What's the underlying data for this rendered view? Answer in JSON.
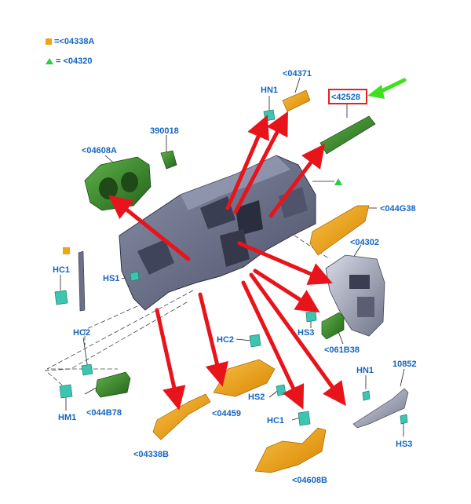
{
  "legend": [
    {
      "symbol": "orange-square",
      "text": "=<04338A"
    },
    {
      "symbol": "green-triangle",
      "text": "= <04320"
    }
  ],
  "labels": {
    "hn1_top": "HN1",
    "p04371": "<04371",
    "p42528": "<42528",
    "p390018": "390018",
    "p04608A": "<04608A",
    "p044G38": "<044G38",
    "p04302": "<04302",
    "hc1_left": "HC1",
    "hs1": "HS1",
    "hs3_mid": "HS3",
    "p061B38": "<061B38",
    "hc2_left": "HC2",
    "hc2_mid": "HC2",
    "hn1_right": "HN1",
    "p10852": "10852",
    "hs2": "HS2",
    "p04459": "<04459",
    "hc1_mid": "HC1",
    "hm1": "HM1",
    "p044B78": "<044B78",
    "p04338B": "<04338B",
    "p04608B": "<04608B",
    "hs3_right": "HS3"
  },
  "colors": {
    "label": "#1565c0",
    "arrow_red": "#e8141b",
    "arrow_green": "#3ee21c",
    "part_orange": "#f2a30f",
    "part_green": "#3a8a2e",
    "part_gray": "#6b7088",
    "connector_teal": "#3cc6b0"
  }
}
